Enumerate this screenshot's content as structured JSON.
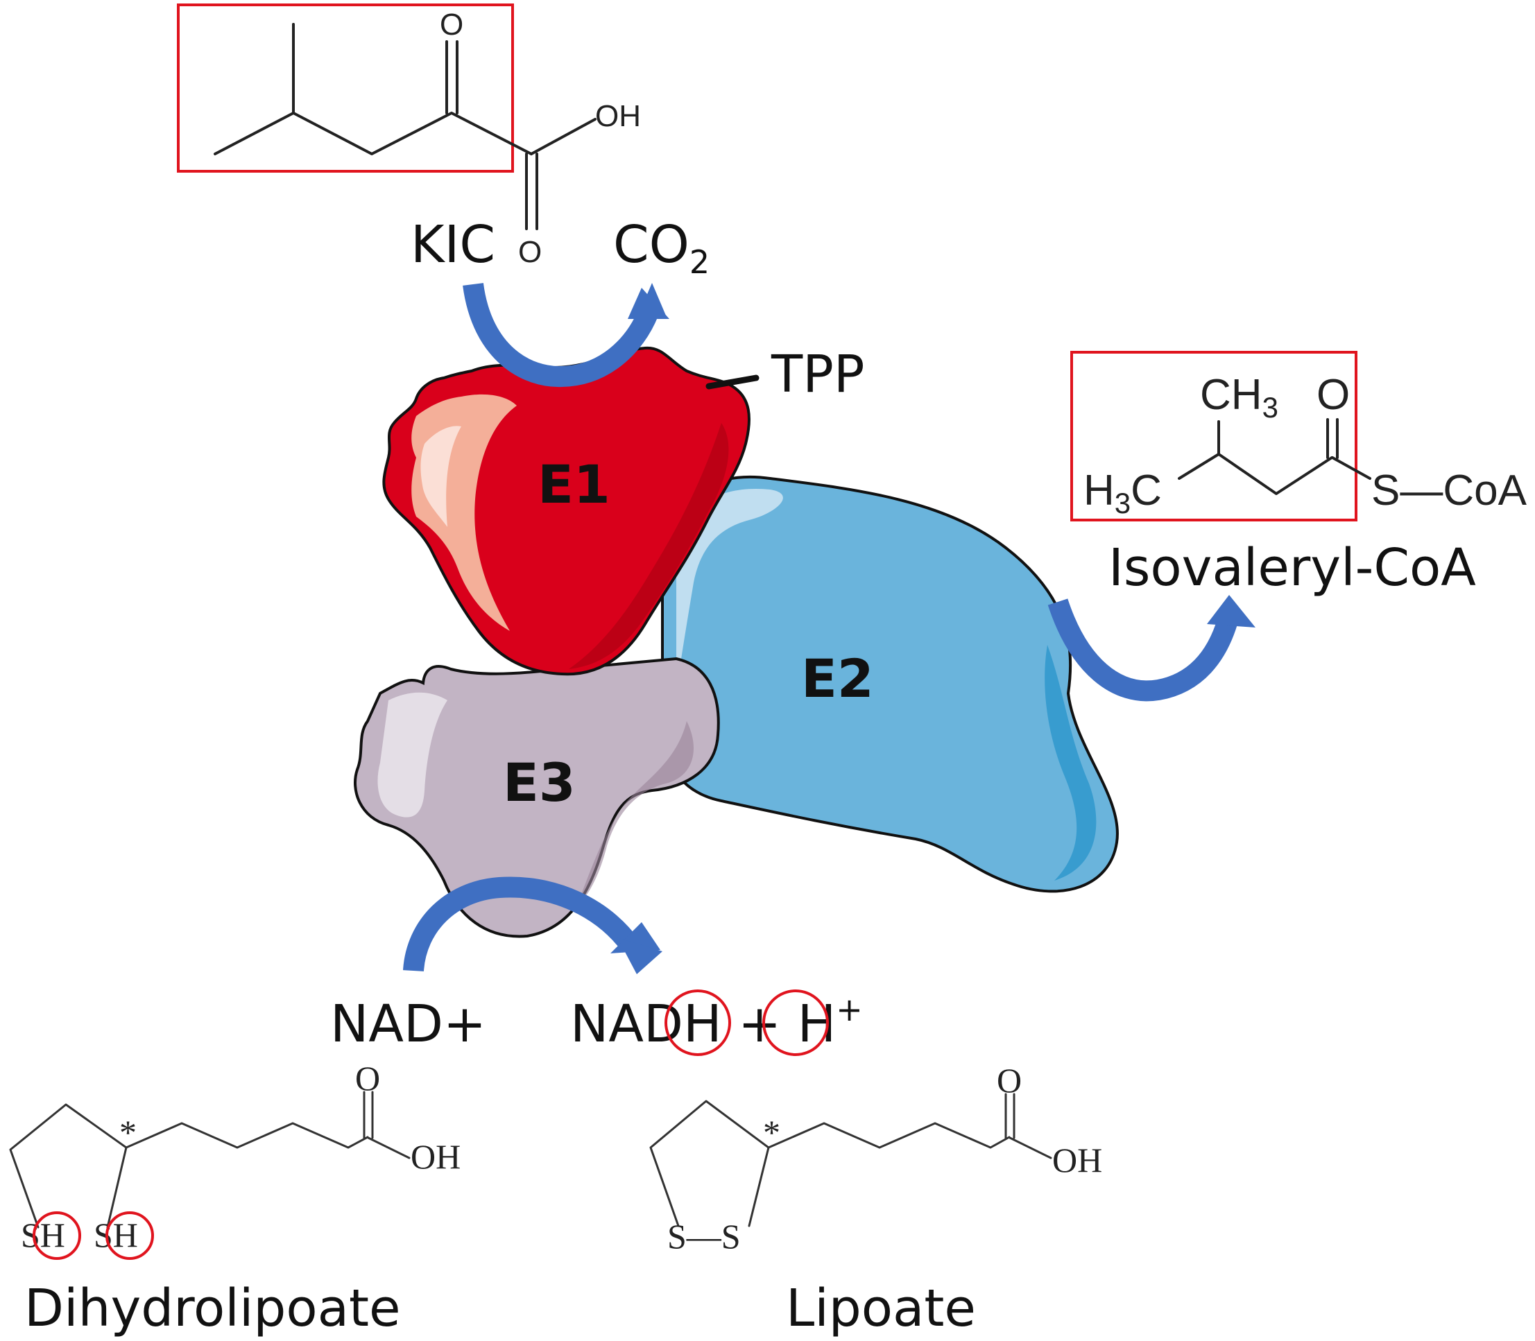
{
  "colors": {
    "e1": "#d9001b",
    "e1_highlight": "#f6b8a0",
    "e2": "#6ab4dc",
    "e2_highlight": "#cfe5f3",
    "e3": "#c2b4c4",
    "e3_highlight": "#e8e2ea",
    "arrow": "#3f6fc2",
    "highlight_box": "#e0141e"
  },
  "enzymes": {
    "e1": "E1",
    "e2": "E2",
    "e3": "E3"
  },
  "labels": {
    "kic": "KIC",
    "co2_main": "CO",
    "co2_sub": "2",
    "tpp": "TPP",
    "isovaleryl": "Isovaleryl-CoA",
    "nad": "NAD+",
    "nadh_main": "NADH + H",
    "nadh_sup": "+",
    "dihydrolipoate": "Dihydrolipoate",
    "lipoate": "Lipoate"
  },
  "kic_atoms": {
    "o_top": "O",
    "oh": "OH",
    "o_bottom": "O"
  },
  "isovaleryl_atoms": {
    "ch3": "CH",
    "ch3_sub": "3",
    "o": "O",
    "h3c_h": "H",
    "h3c_sub": "3",
    "h3c_c": "C",
    "s_coa": "S—CoA"
  },
  "dihydrolipoate_atoms": {
    "o": "O",
    "oh": "OH",
    "star": "*",
    "sh1": "SH",
    "sh2": "SH"
  },
  "lipoate_atoms": {
    "o": "O",
    "oh": "OH",
    "star": "*",
    "ss": "S—S"
  }
}
